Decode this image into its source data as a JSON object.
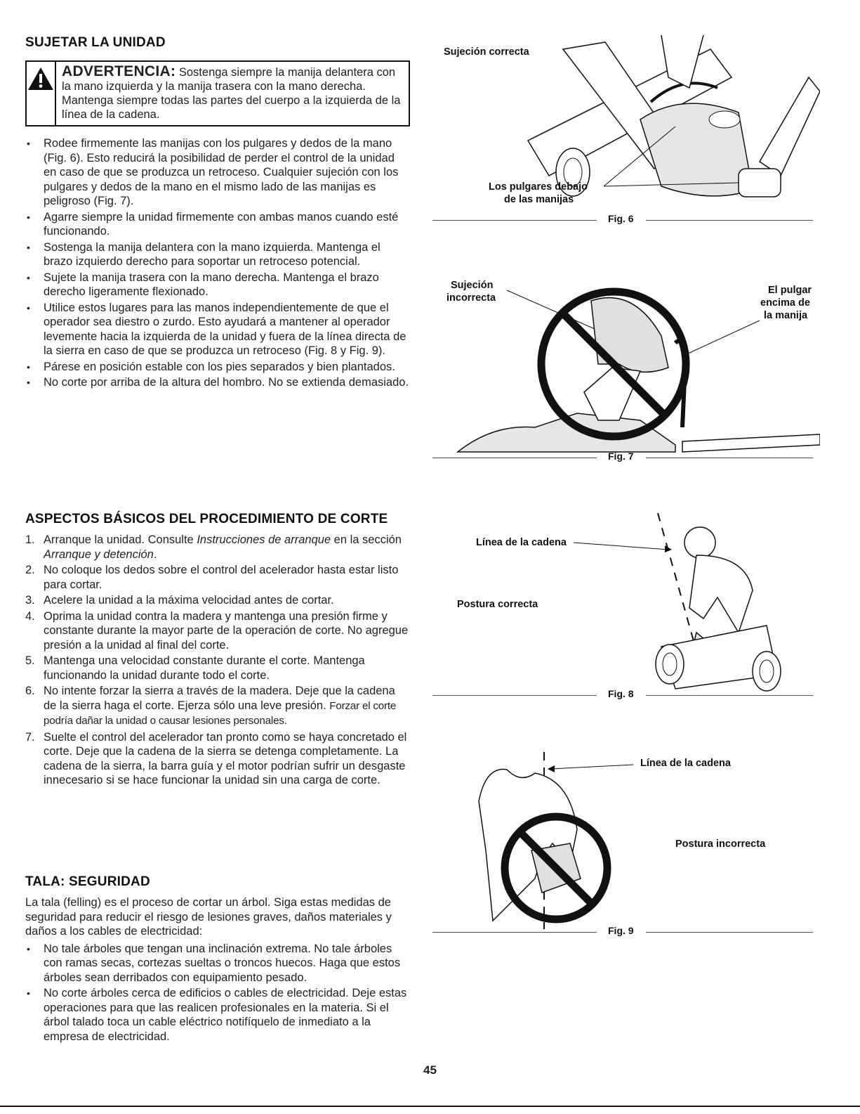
{
  "hold": {
    "title": "SUJETAR LA UNIDAD",
    "warning_label": "ADVERTENCIA:",
    "warning_text": "Sostenga siempre la manija delantera con la mano izquierda y la manija trasera con la mano derecha. Mantenga siempre todas las partes del cuerpo a la izquierda de la línea de la cadena.",
    "bullets": [
      "Rodee firmemente las manijas con los pulgares y dedos de la mano (Fig. 6). Esto reducirá la posibilidad de perder el control de la unidad en caso de que se produzca un retroceso. Cualquier sujeción con los pulgares y dedos de la mano en el mismo lado de las manijas es peligroso (Fig. 7).",
      "Agarre siempre la unidad firmemente con ambas manos cuando esté funcionando.",
      "Sostenga la manija delantera con la mano izquierda. Mantenga el brazo izquierdo derecho para soportar un retroceso potencial.",
      "Sujete la manija trasera con la mano derecha. Mantenga el brazo derecho ligeramente flexionado.",
      "Utilice estos lugares para las manos independientemente de que el operador sea diestro o zurdo. Esto ayudará a mantener al operador levemente hacia la izquierda de la unidad y fuera de la línea directa de la sierra en caso de que se produzca un retroceso (Fig. 8 y Fig. 9).",
      "Párese en posición estable con los pies separados y bien plantados.",
      "No corte por arriba de la altura del hombro. No se extienda demasiado."
    ]
  },
  "cutting": {
    "title": "ASPECTOS BÁSICOS DEL PROCEDIMIENTO DE CORTE",
    "step1_a": "Arranque la unidad. Consulte ",
    "step1_italic1": "Instrucciones de arranque",
    "step1_b": " en la sección ",
    "step1_italic2": "Arranque y detención",
    "step1_c": ".",
    "steps": [
      {
        "num": "1.",
        "text": ""
      },
      {
        "num": "2.",
        "text": "No coloque los dedos sobre el control del acelerador hasta estar listo para cortar."
      },
      {
        "num": "3.",
        "text": "Acelere la unidad a la máxima velocidad antes de cortar."
      },
      {
        "num": "4.",
        "text": "Oprima la unidad contra la madera y mantenga una presión firme y constante durante la mayor parte de la operación de corte. No agregue presión a la unidad al final del corte."
      },
      {
        "num": "5.",
        "text": "Mantenga una velocidad constante durante el corte. Mantenga funcionando la unidad durante todo el corte."
      },
      {
        "num": "6.",
        "text": "No intente forzar la sierra a través de la madera. Deje que la cadena de la sierra haga el corte. Ejerza sólo una leve presión."
      },
      {
        "num": "7.",
        "text": "Suelte el control del acelerador tan pronto como se haya concretado el corte. Deje que la cadena de la sierra se detenga completamente. La cadena de la sierra, la barra guía y el motor podrían sufrir un desgaste innecesario si se hace funcionar la unidad sin una carga de corte."
      }
    ],
    "step6_small": "Forzar el corte podría dañar la unidad o causar lesiones personales."
  },
  "felling": {
    "title": "TALA: SEGURIDAD",
    "intro": "La tala (felling) es el proceso de cortar un árbol. Siga estas medidas de seguridad para reducir el riesgo de lesiones graves, daños materiales y daños a los cables de electricidad:",
    "bullets": [
      "No tale árboles que tengan una inclinación extrema. No tale árboles con ramas secas, cortezas sueltas o troncos huecos. Haga que estos árboles sean derribados con equipamiento pesado.",
      "No corte árboles cerca de edificios o cables de electricidad. Deje estas operaciones para que las realicen profesionales en la materia. Si el árbol talado toca un cable eléctrico notifíquelo de inmediato a la empresa de electricidad."
    ]
  },
  "figures": {
    "fig6": {
      "caption": "Fig. 6",
      "label_top": "Sujeción correcta",
      "label_thumbs_1": "Los pulgares debajo",
      "label_thumbs_2": "de las manijas"
    },
    "fig7": {
      "caption": "Fig. 7",
      "label_wrong_1": "Sujeción",
      "label_wrong_2": "incorrecta",
      "label_thumb_1": "El pulgar",
      "label_thumb_2": "encima de",
      "label_thumb_3": "la manija"
    },
    "fig8": {
      "caption": "Fig. 8",
      "label_chain": "Línea de la cadena",
      "label_posture": "Postura correcta"
    },
    "fig9": {
      "caption": "Fig. 9",
      "label_chain": "Línea de la cadena",
      "label_posture": "Postura incorrecta"
    }
  },
  "page_number": "45",
  "icons": {
    "warning": "warning-triangle-icon",
    "no_symbol": "prohibited-icon"
  }
}
